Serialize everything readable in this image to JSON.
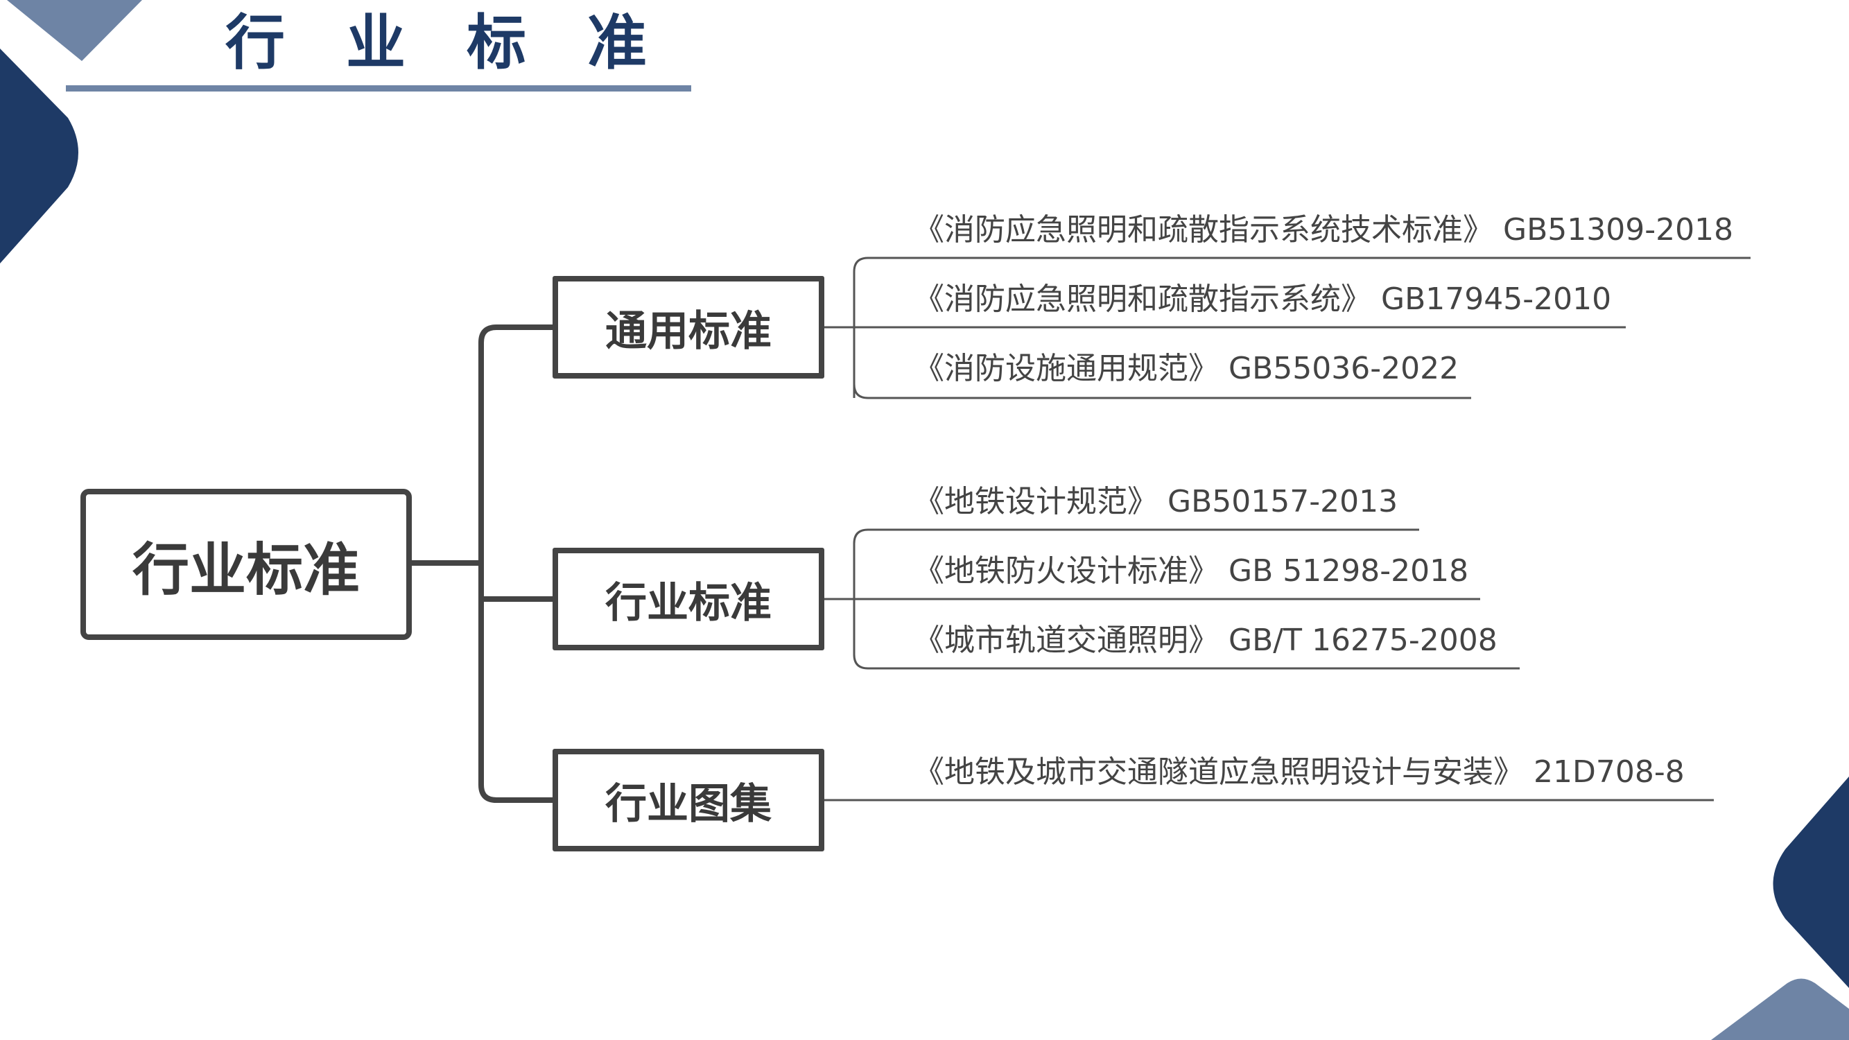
{
  "slide": {
    "title": "行业标准",
    "accent_color": "#1e3a66",
    "accent_light": "#6e84a5"
  },
  "mindmap": {
    "root": {
      "label": "行业标准"
    },
    "branches": [
      {
        "label": "通用标准",
        "items": [
          "《消防应急照明和疏散指示系统技术标准》 GB51309-2018",
          "《消防应急照明和疏散指示系统》 GB17945-2010",
          "《消防设施通用规范》 GB55036-2022"
        ]
      },
      {
        "label": "行业标准",
        "items": [
          "《地铁设计规范》 GB50157-2013",
          "《地铁防火设计标准》 GB 51298-2018",
          "《城市轨道交通照明》 GB/T 16275-2008"
        ]
      },
      {
        "label": "行业图集",
        "items": [
          "《地铁及城市交通隧道应急照明设计与安装》 21D708-8"
        ]
      }
    ]
  }
}
